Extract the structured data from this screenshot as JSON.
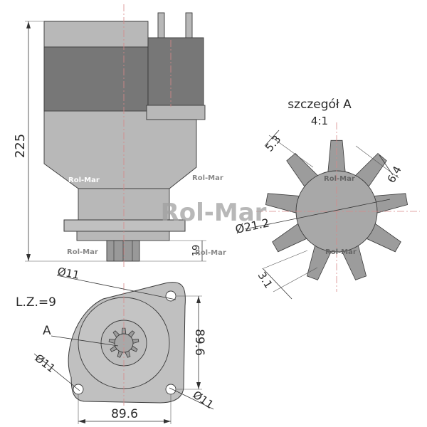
{
  "labels": {
    "height_225": "225",
    "dim_19": "19",
    "hole_top": "Ø11",
    "hole_left": "Ø11",
    "hole_right": "Ø11",
    "lz": "L.Z.=9",
    "detail_ref": "A",
    "width_896": "89.6",
    "height_896": "89.6",
    "detail_title": "szczegół A",
    "detail_scale": "4:1",
    "dim_53": "5.3",
    "dim_64": "6.4",
    "dim_212": "Ø21.2",
    "dim_31": "3.1"
  },
  "watermarks": {
    "big": "Rol-Mar",
    "small_1": "Rol-Mar",
    "small_2": "Rol-Mar",
    "small_3": "Rol-Mar",
    "small_4": "Rol-Mar",
    "small_5": "Rol-Mar",
    "small_6": "Rol-Mar"
  },
  "colors": {
    "body": "#b8b8b8",
    "dark": "#777777",
    "centerline": "#d88888"
  }
}
